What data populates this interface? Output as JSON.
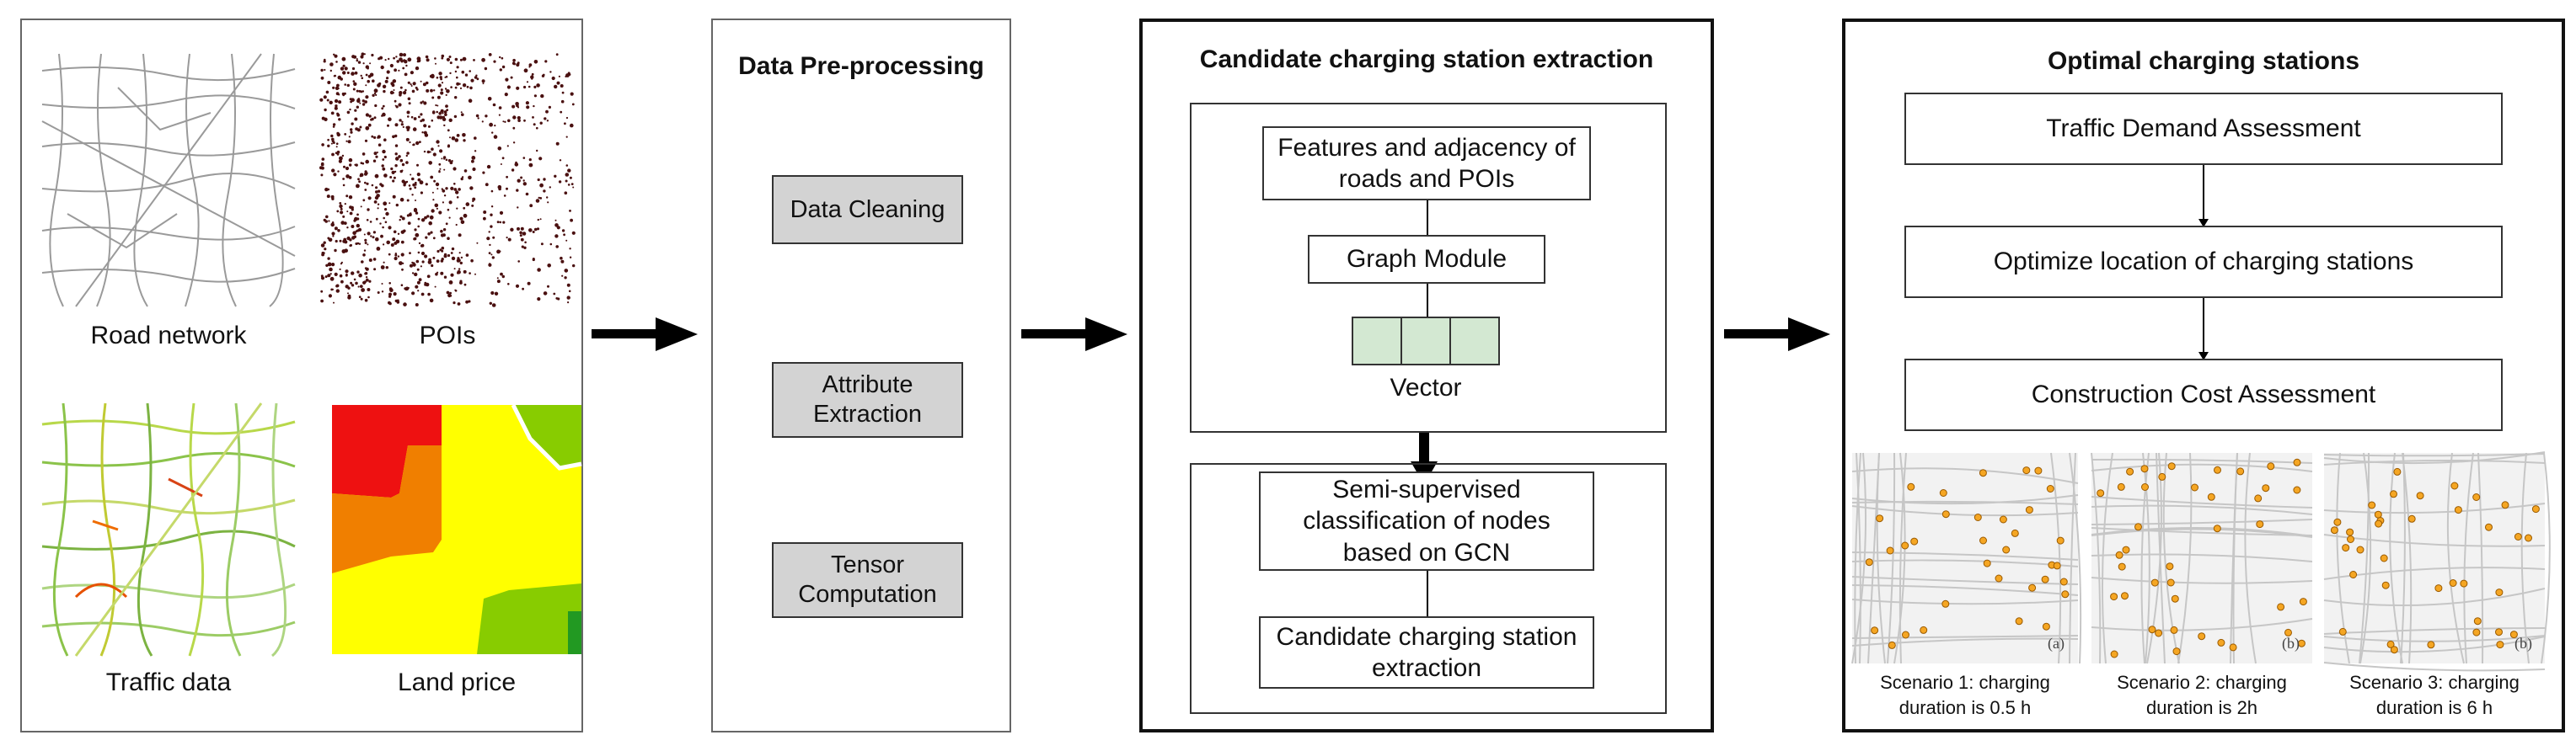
{
  "input_panel": {
    "road_network_label": "Road network",
    "pois_label": "POIs",
    "traffic_label": "Traffic data",
    "land_price_label": "Land price"
  },
  "preprocessing": {
    "title": "Data Pre-processing",
    "steps": [
      "Data Cleaning",
      "Attribute\nExtraction",
      "Tensor\nComputation"
    ]
  },
  "candidate": {
    "title": "Candidate charging station extraction",
    "features_box": "Features and adjacency of\nroads and POIs",
    "graph_module": "Graph Module",
    "vector_label": "Vector",
    "semi_supervised": "Semi-supervised\nclassification of nodes\nbased on GCN",
    "extraction": "Candidate charging station\nextraction"
  },
  "optimal": {
    "title": "Optimal charging stations",
    "steps": [
      "Traffic Demand Assessment",
      "Optimize location of charging stations",
      "Construction Cost Assessment"
    ],
    "scenarios": [
      {
        "caption": "Scenario 1: charging\nduration is 0.5 h",
        "tag": "(a)"
      },
      {
        "caption": "Scenario 2: charging\nduration is 2h",
        "tag": "(b)"
      },
      {
        "caption": "Scenario 3: charging\nduration is 6 h",
        "tag": "(b)"
      }
    ]
  },
  "colors": {
    "grey_box": "#d3d3d3",
    "vector_cell": "#d3e8d2",
    "poi_dot": "#4a1010",
    "land_red": "#ee1111",
    "land_orange": "#f07f00",
    "land_yellow": "#ffff00",
    "land_green": "#88cc00"
  }
}
